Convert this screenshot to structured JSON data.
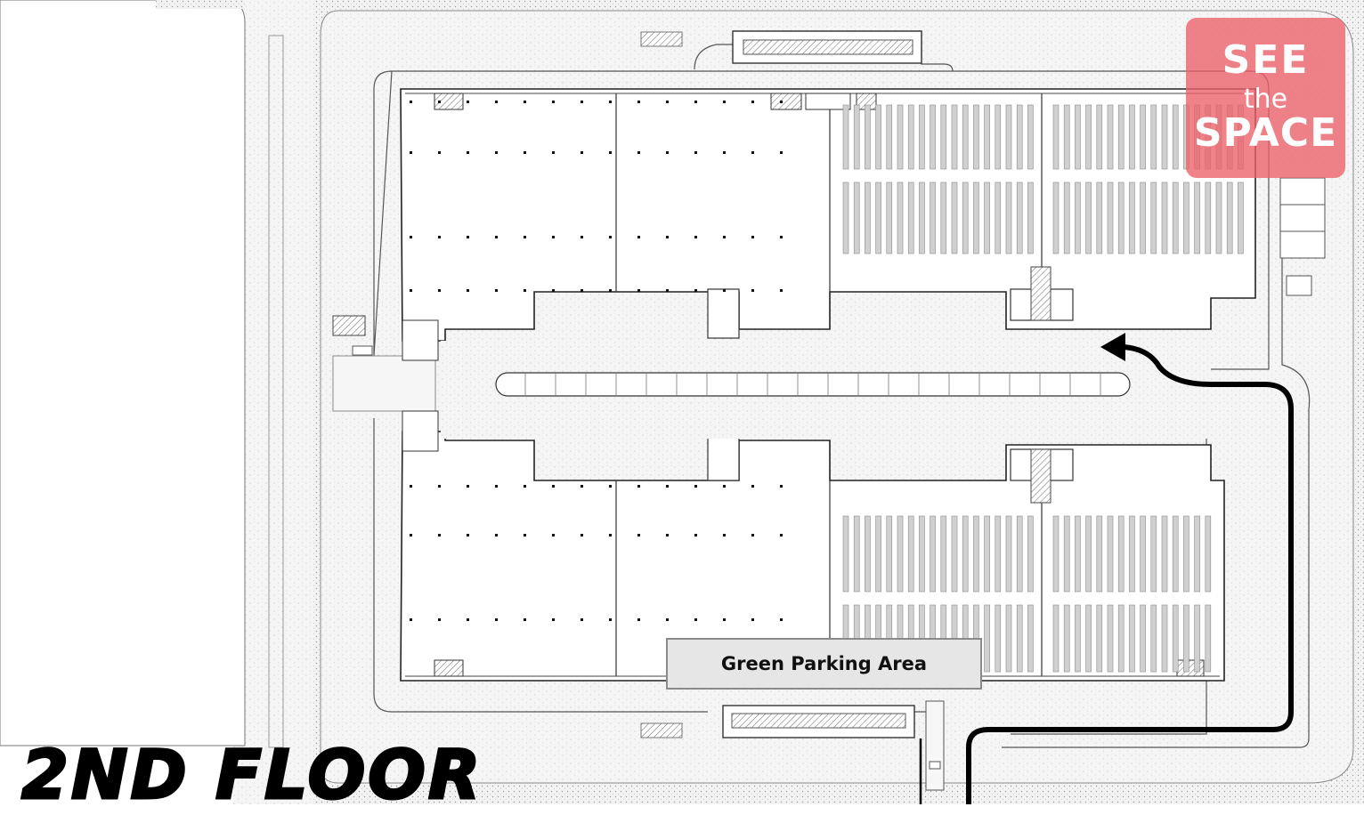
{
  "logo": {
    "line1": "SEE",
    "line2": "the",
    "line3": "SPACE",
    "color": "#ec6068"
  },
  "callout": {
    "label": "Green Parking Area"
  },
  "floor": {
    "title": "2ND FLOOR"
  },
  "route_arrow": {
    "color": "#000000"
  }
}
